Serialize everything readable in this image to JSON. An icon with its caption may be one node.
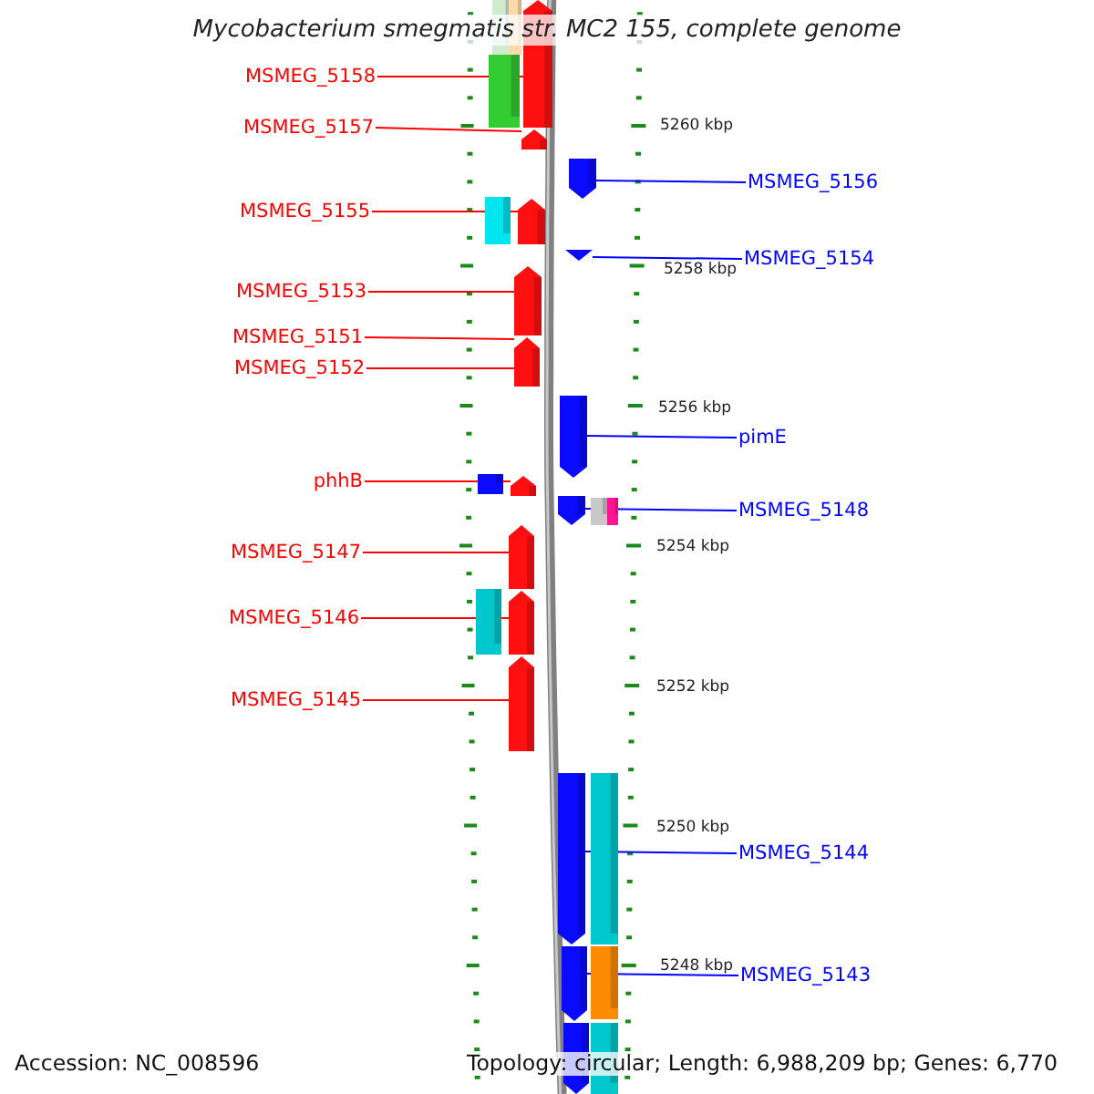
{
  "diagram": {
    "title": "Mycobacterium smegmatis str. MC2 155, complete genome",
    "nodes": [
      {
        "text": [
          "MSMEG_5158"
        ]
      },
      {
        "text": [
          "MSMEG_5157"
        ]
      },
      {
        "text": [
          "MSMEG_5155"
        ]
      },
      {
        "text": [
          "MSMEG_5153"
        ]
      },
      {
        "text": [
          "MSMEG_5151"
        ]
      },
      {
        "text": [
          "MSMEG_5152"
        ]
      },
      {
        "text": [
          "phhB"
        ]
      },
      {
        "text": [
          "MSMEG_5147"
        ]
      },
      {
        "text": [
          "MSMEG_5146"
        ]
      },
      {
        "text": [
          "MSMEG_5145"
        ]
      },
      {
        "text": [
          "MSMEG_5156"
        ]
      },
      {
        "text": [
          "MSMEG_5154"
        ]
      },
      {
        "text": [
          "pimE"
        ]
      },
      {
        "text": [
          "MSMEG_5148"
        ]
      },
      {
        "text": [
          "MSMEG_5144"
        ]
      },
      {
        "text": [
          "MSMEG_5143"
        ]
      },
      {
        "text": [],
        "shape": "bar"
      },
      {
        "text": [],
        "shape": "bar"
      },
      {
        "text": [],
        "shape": "bar"
      },
      {
        "text": [],
        "shape": "bar"
      },
      {
        "text": [],
        "shape": "bar"
      },
      {
        "text": [],
        "shape": "bar"
      },
      {
        "text": [],
        "shape": "bar"
      },
      {
        "text": [],
        "shape": "bar"
      },
      {
        "text": [],
        "shape": "bar"
      },
      {
        "text": [],
        "shape": "bar"
      },
      {
        "text": [],
        "shape": "triangle"
      },
      {
        "text": [],
        "shape": "bar"
      },
      {
        "text": [],
        "shape": "bar"
      },
      {
        "text": [],
        "shape": "bar"
      },
      {
        "text": [],
        "shape": "bar"
      },
      {
        "text": [],
        "shape": "bar"
      },
      {
        "text": [],
        "shape": "bar"
      },
      {
        "text": [],
        "shape": "bar"
      },
      {
        "text": [],
        "shape": "bar"
      },
      {
        "text": [],
        "shape": "bar"
      },
      {
        "text": [],
        "shape": "bar"
      },
      {
        "text": [],
        "shape": "bar"
      },
      {
        "text": [],
        "shape": "bar"
      },
      {
        "text": [],
        "shape": "bar"
      },
      {
        "text": [],
        "shape": "bar"
      },
      {
        "text": [],
        "shape": "bar"
      },
      {
        "text": [],
        "shape": "bar"
      }
    ],
    "edges": [
      {
        "from": 0,
        "to": 16,
        "arrow": "none"
      },
      {
        "from": 1,
        "to": 17,
        "arrow": "none"
      },
      {
        "from": 2,
        "to": 18,
        "arrow": "none"
      },
      {
        "from": 3,
        "to": 19,
        "arrow": "none"
      },
      {
        "from": 4,
        "to": 20,
        "arrow": "none"
      },
      {
        "from": 5,
        "to": 20,
        "arrow": "none"
      },
      {
        "from": 6,
        "to": 21,
        "arrow": "none"
      },
      {
        "from": 7,
        "to": 22,
        "arrow": "none"
      },
      {
        "from": 8,
        "to": 23,
        "arrow": "none"
      },
      {
        "from": 9,
        "to": 24,
        "arrow": "none"
      },
      {
        "from": 10,
        "to": 25,
        "arrow": "none",
        "color": "#0000ff"
      },
      {
        "from": 11,
        "to": 26,
        "arrow": "none",
        "color": "#0000ff"
      },
      {
        "from": 12,
        "to": 27,
        "arrow": "none",
        "color": "#0000ff"
      },
      {
        "from": 13,
        "to": 28,
        "arrow": "none",
        "color": "#0000ff"
      },
      {
        "from": 14,
        "to": 29,
        "arrow": "none",
        "color": "#0000ff"
      },
      {
        "from": 15,
        "to": 30,
        "arrow": "none",
        "color": "#0000ff"
      }
    ],
    "labels": [
      "5260 kbp",
      "5258 kbp",
      "5256 kbp",
      "5254 kbp",
      "5252 kbp",
      "5250 kbp",
      "5248 kbp",
      "Accession: NC_008596",
      "Topology: circular; Length: 6,988,209 bp; Genes: 6,770"
    ]
  }
}
